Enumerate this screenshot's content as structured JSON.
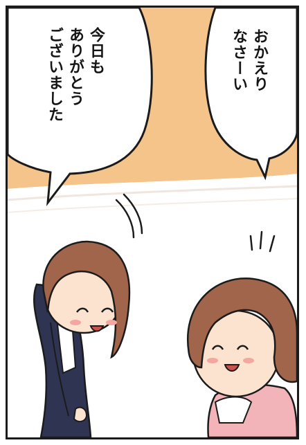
{
  "panel": {
    "speech_right": {
      "lines": [
        "おかえり",
        "なさーい"
      ]
    },
    "speech_left": {
      "lines": [
        "今日も",
        "ありがとう",
        "ございました"
      ]
    },
    "characters": [
      {
        "name": "woman-bowing"
      },
      {
        "name": "girl-smiling"
      }
    ],
    "colors": {
      "background_warm": "#f5c48a",
      "hair": "#a0654a",
      "jacket": "#2e3452",
      "skin": "#fbe3d0",
      "blush": "#f4a7a0",
      "shirt_pink": "#f2b4b9"
    }
  }
}
